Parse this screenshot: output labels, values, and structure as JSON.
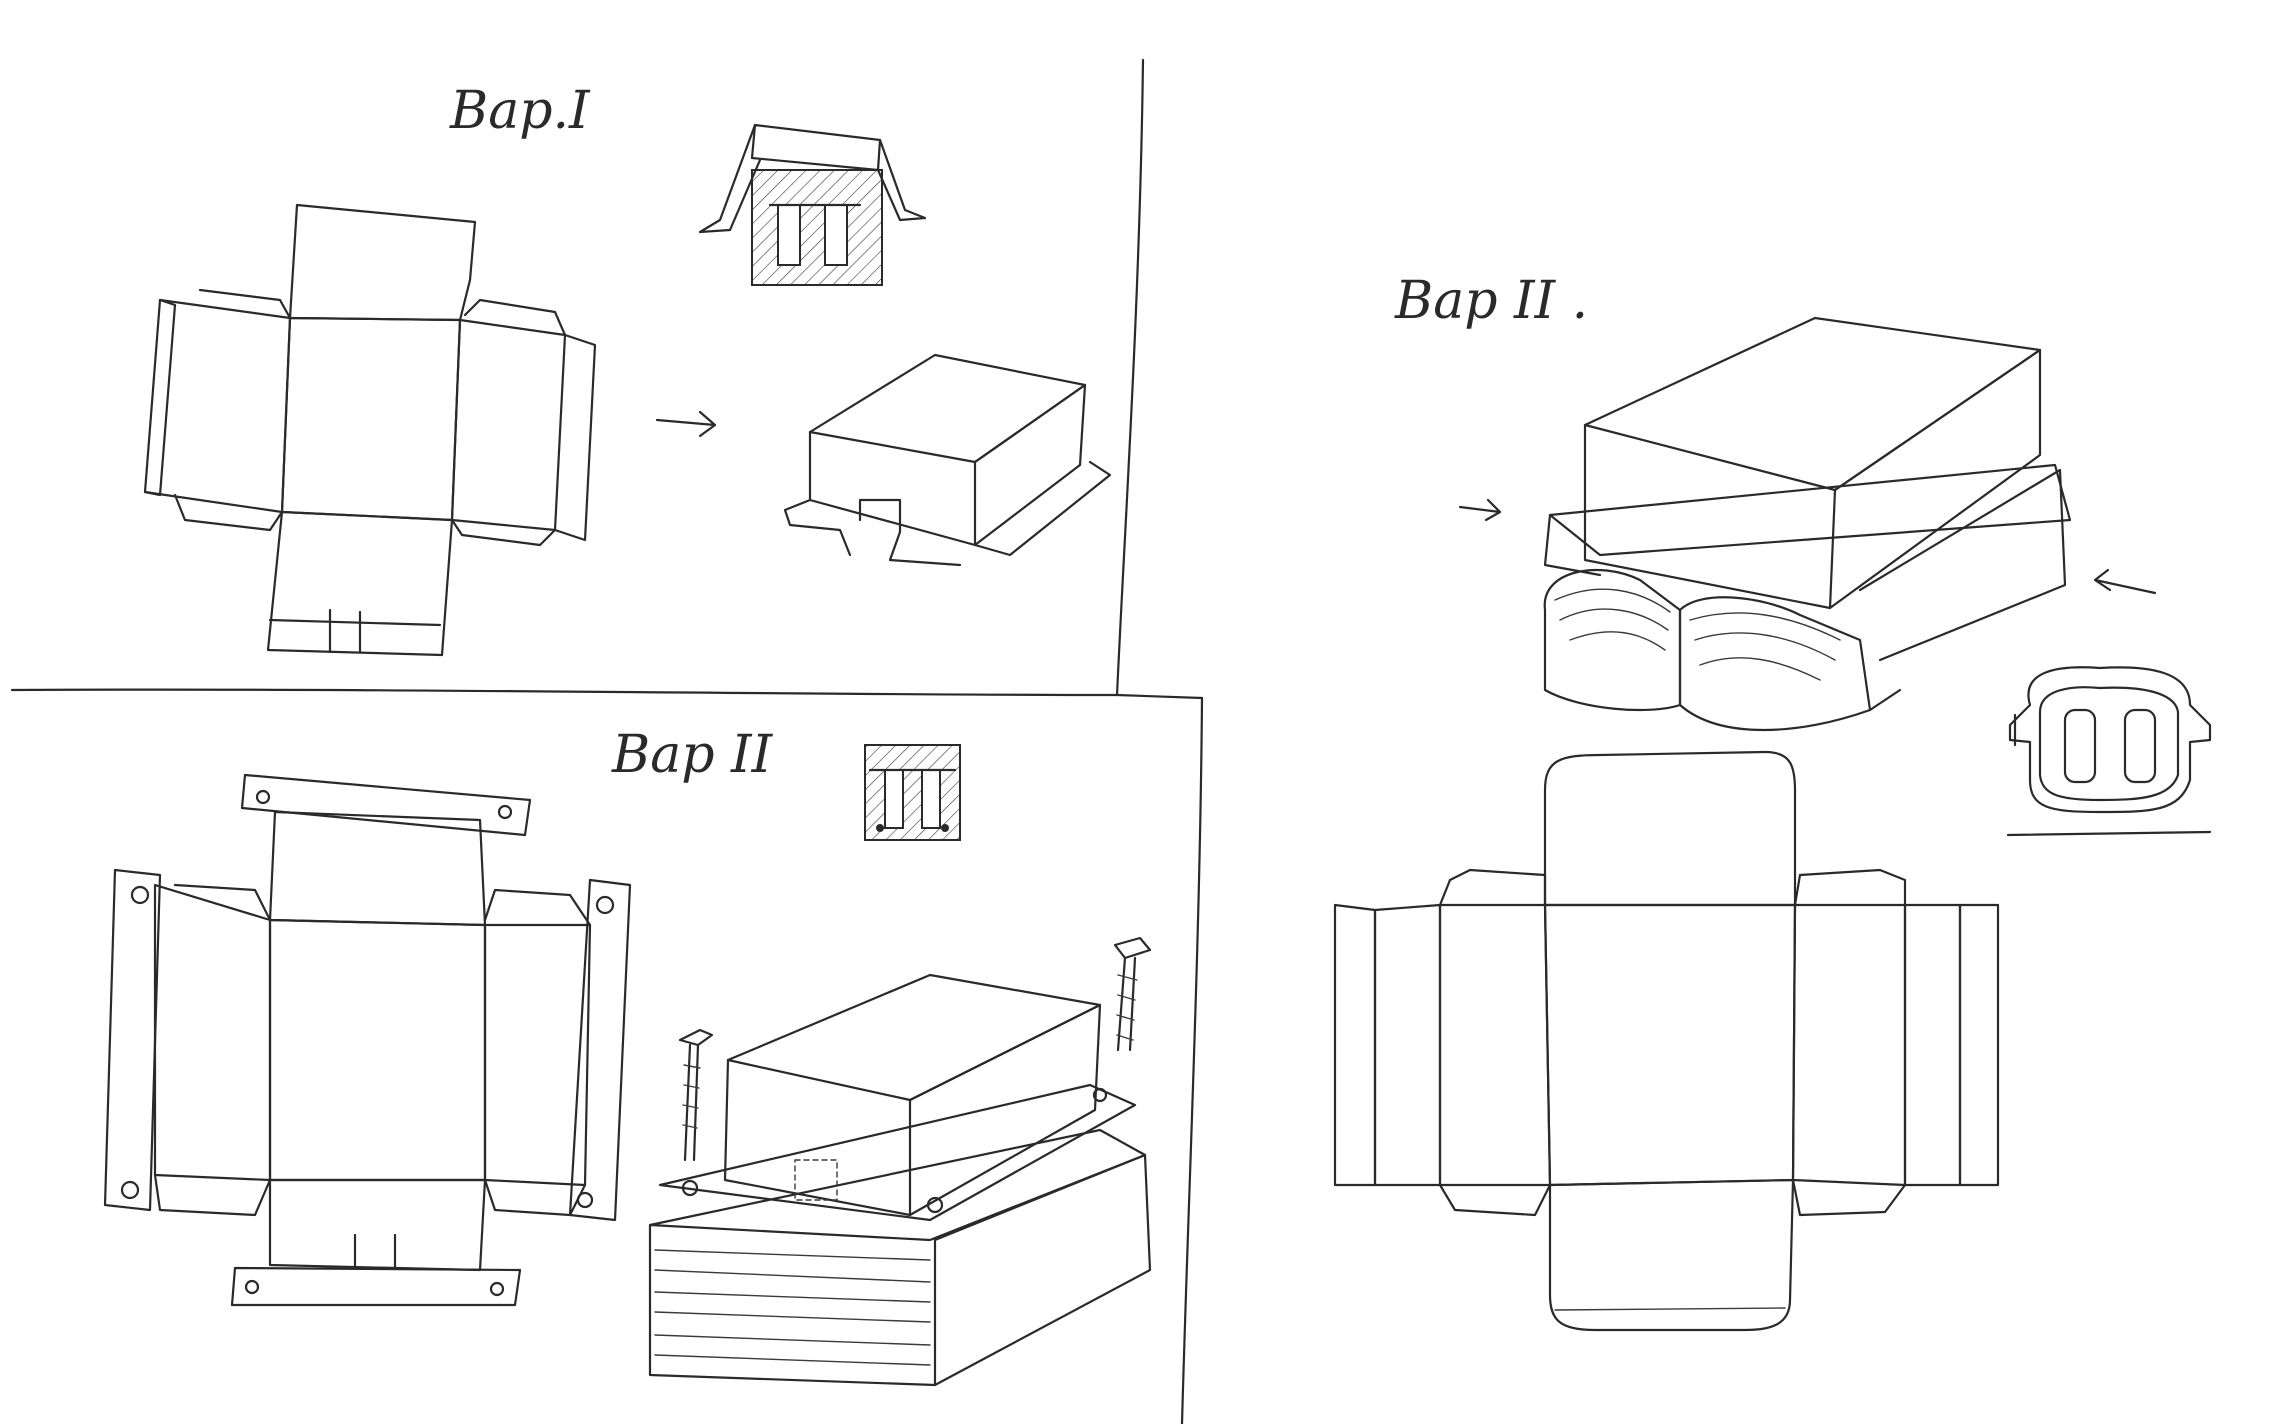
{
  "labels": {
    "variant_1": "Вар.I",
    "variant_2_left": "Вар II",
    "variant_2_right": "Вар II ."
  },
  "colors": {
    "ink": "#2a2a2a",
    "paper": "#ffffff"
  }
}
